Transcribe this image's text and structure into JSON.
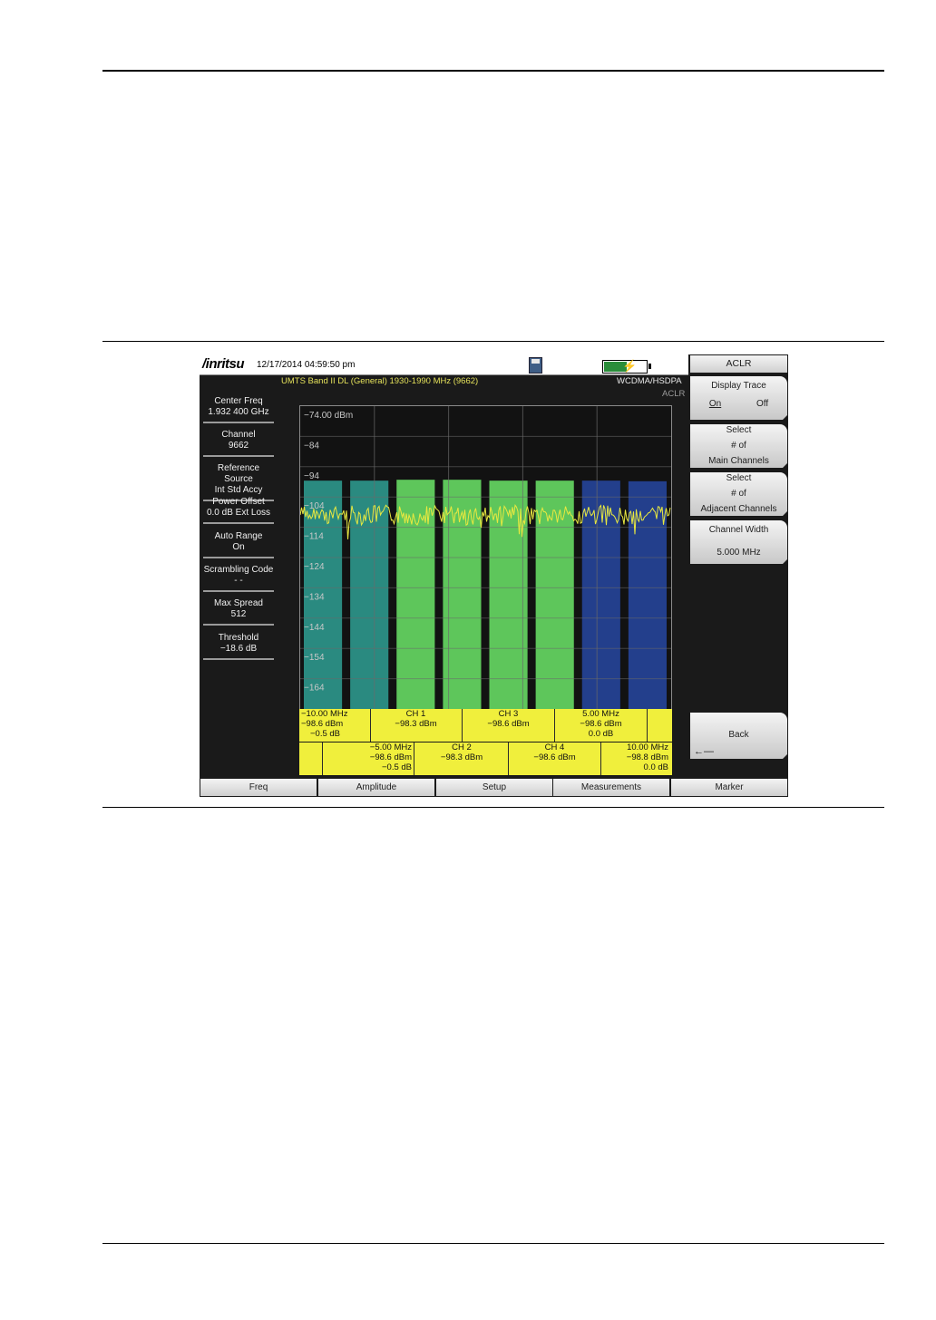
{
  "screen": {
    "logo": "/inritsu",
    "datetime": "12/17/2014 04:59:50 pm",
    "subtitle": "UMTS Band II DL (General) 1930-1990 MHz (9662)",
    "mode": "WCDMA/HSDPA",
    "measurement_name": "ACLR"
  },
  "left_panel": [
    {
      "label": "Center Freq",
      "value": "1.932 400 GHz"
    },
    {
      "label": "Channel",
      "value": "9662"
    },
    {
      "label": "Reference Source",
      "value": "Int Std Accy"
    },
    {
      "label": "Power Offset",
      "value": "0.0 dB Ext Loss"
    },
    {
      "label": "Auto Range",
      "value": "On"
    },
    {
      "label": "Scrambling Code",
      "value": "- -"
    },
    {
      "label": "Max Spread",
      "value": "512"
    },
    {
      "label": "Threshold",
      "value": "−18.6 dB"
    }
  ],
  "chart_data": {
    "type": "bar",
    "ylabel_top": "−74.00 dBm",
    "y_ticks": [
      "−74.00 dBm",
      "−84",
      "−94",
      "−104",
      "−114",
      "−124",
      "−134",
      "−144",
      "−154",
      "−164"
    ],
    "ylim": [
      -174,
      -74
    ],
    "categories": [
      "-10.00 MHz",
      "-5.00 MHz",
      "CH 1",
      "CH 2",
      "CH 3",
      "CH 4",
      "5.00 MHz",
      "10.00 MHz"
    ],
    "values": [
      -98.6,
      -98.6,
      -98.3,
      -98.3,
      -98.6,
      -98.6,
      -98.6,
      -98.8
    ],
    "bar_colors": [
      "#2a8a80",
      "#2a8a80",
      "#5ec65b",
      "#5ec65b",
      "#5ec65b",
      "#5ec65b",
      "#233f8c",
      "#233f8c"
    ],
    "trace_level": -110,
    "trace_color": "#e8e840"
  },
  "results_top": [
    {
      "freq": "−10.00 MHz",
      "power": "−98.6 dBm",
      "rel": "−0.5 dB"
    },
    {
      "freq": "CH 1",
      "power": "−98.3 dBm",
      "rel": ""
    },
    {
      "freq": "CH 3",
      "power": "−98.6 dBm",
      "rel": ""
    },
    {
      "freq": "5.00 MHz",
      "power": "−98.6 dBm",
      "rel": "0.0 dB"
    }
  ],
  "results_bottom": [
    {
      "freq": "−5.00 MHz",
      "power": "−98.6 dBm",
      "rel": "−0.5 dB"
    },
    {
      "freq": "CH 2",
      "power": "−98.3 dBm",
      "rel": ""
    },
    {
      "freq": "CH 4",
      "power": "−98.6 dBm",
      "rel": ""
    },
    {
      "freq": "10.00 MHz",
      "power": "−98.8 dBm",
      "rel": "0.0 dB"
    }
  ],
  "softkeys": {
    "title": "ACLR",
    "display_trace": {
      "label": "Display Trace",
      "on": "On",
      "off": "Off"
    },
    "main_channels": {
      "line1": "Select",
      "line2": "# of",
      "line3": "Main Channels"
    },
    "adjacent_channels": {
      "line1": "Select",
      "line2": "# of",
      "line3": "Adjacent Channels"
    },
    "channel_width": {
      "label": "Channel Width",
      "value": "5.000 MHz"
    },
    "back": "Back"
  },
  "bottom_menu": [
    "Freq",
    "Amplitude",
    "Setup",
    "Measurements",
    "Marker"
  ],
  "battery_level": 0.55
}
